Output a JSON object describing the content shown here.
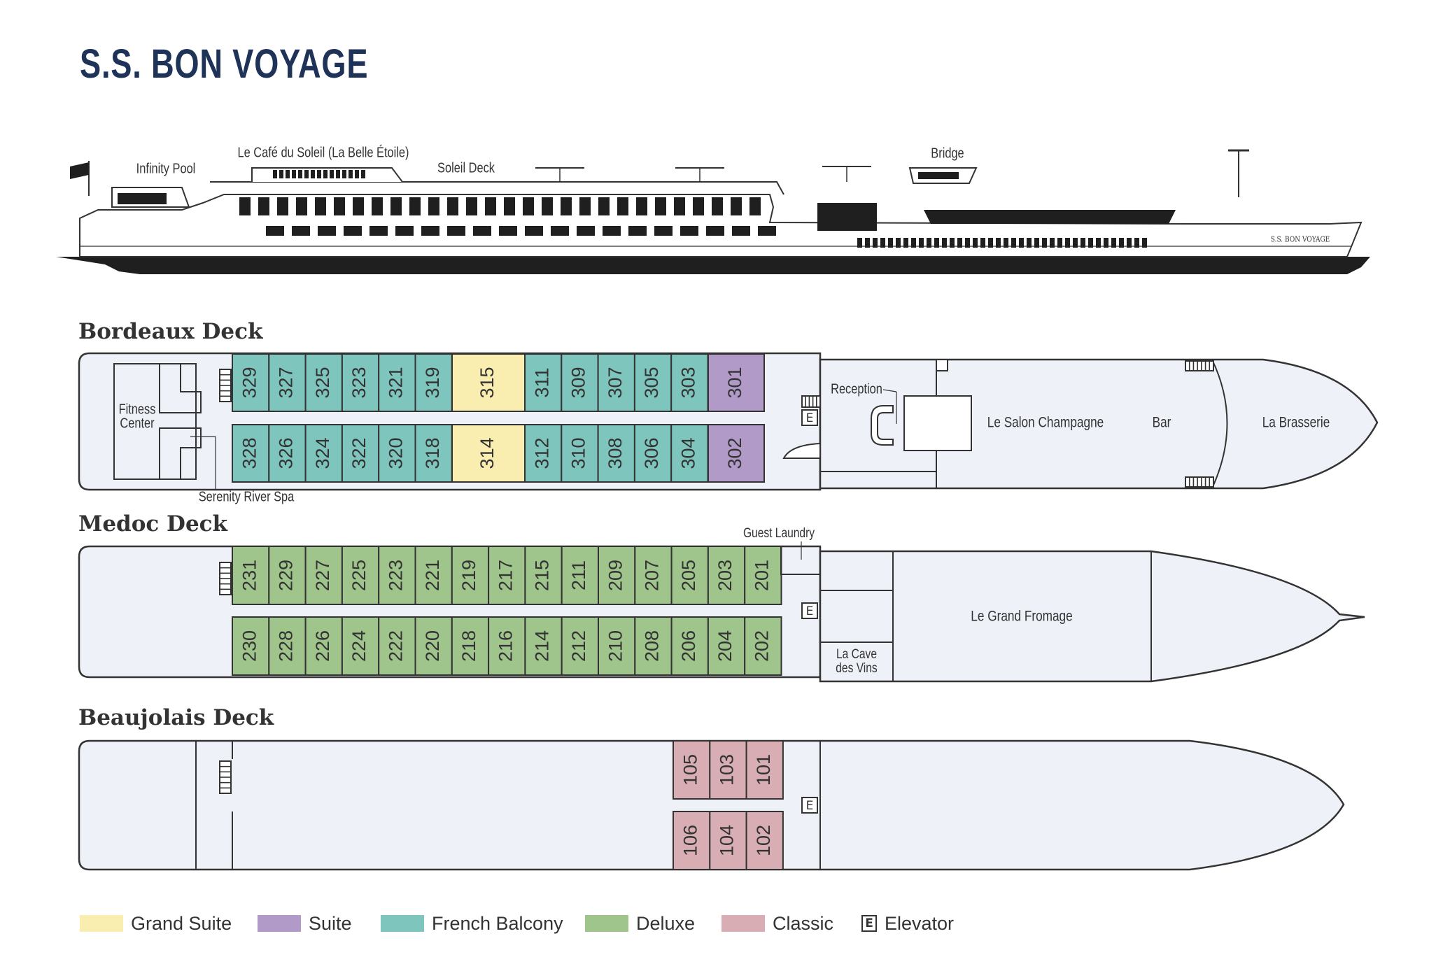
{
  "title": "S.S. BON VOYAGE",
  "ship_labels": {
    "infinity_pool": "Infinity Pool",
    "cafe": "Le Café du Soleil (La Belle Étoile)",
    "soleil_deck": "Soleil Deck",
    "bridge": "Bridge",
    "hull_name": "S.S. BON VOYAGE"
  },
  "decks": {
    "bordeaux": {
      "name": "Bordeaux Deck",
      "upper_cabins": [
        "329",
        "327",
        "325",
        "323",
        "321",
        "319",
        "315",
        "311",
        "309",
        "307",
        "305",
        "303",
        "301"
      ],
      "lower_cabins": [
        "328",
        "326",
        "324",
        "322",
        "320",
        "318",
        "314",
        "312",
        "310",
        "308",
        "306",
        "304",
        "302"
      ],
      "labels": {
        "fitness": "Fitness Center",
        "spa": "Serenity River Spa",
        "reception": "Reception",
        "salon": "Le Salon Champagne",
        "bar": "Bar",
        "brasserie": "La Brasserie"
      }
    },
    "medoc": {
      "name": "Medoc Deck",
      "upper_cabins": [
        "231",
        "229",
        "227",
        "225",
        "223",
        "221",
        "219",
        "217",
        "215",
        "211",
        "209",
        "207",
        "205",
        "203",
        "201"
      ],
      "lower_cabins": [
        "230",
        "228",
        "226",
        "224",
        "222",
        "220",
        "218",
        "216",
        "214",
        "212",
        "210",
        "208",
        "206",
        "204",
        "202"
      ],
      "labels": {
        "laundry": "Guest Laundry",
        "fromage": "Le Grand Fromage",
        "cave_line1": "La Cave",
        "cave_line2": "des Vins"
      }
    },
    "beaujolais": {
      "name": "Beaujolais Deck",
      "upper_cabins": [
        "105",
        "103",
        "101"
      ],
      "lower_cabins": [
        "106",
        "104",
        "102"
      ]
    }
  },
  "elevator_symbol": "E",
  "legend": [
    {
      "key": "grand_suite",
      "label": "Grand Suite",
      "color": "#f9eeb0"
    },
    {
      "key": "suite",
      "label": "Suite",
      "color": "#b29ac8"
    },
    {
      "key": "french_balcony",
      "label": "French Balcony",
      "color": "#7ec5bd"
    },
    {
      "key": "deluxe",
      "label": "Deluxe",
      "color": "#9fc48c"
    },
    {
      "key": "classic",
      "label": "Classic",
      "color": "#d8aeb4"
    },
    {
      "key": "elevator",
      "label": "Elevator",
      "color": "#333333"
    }
  ],
  "colors": {
    "deck_fill": "#eef1f8",
    "outline": "#333333",
    "hull": "#1f1f1f",
    "title": "#1f3358"
  }
}
